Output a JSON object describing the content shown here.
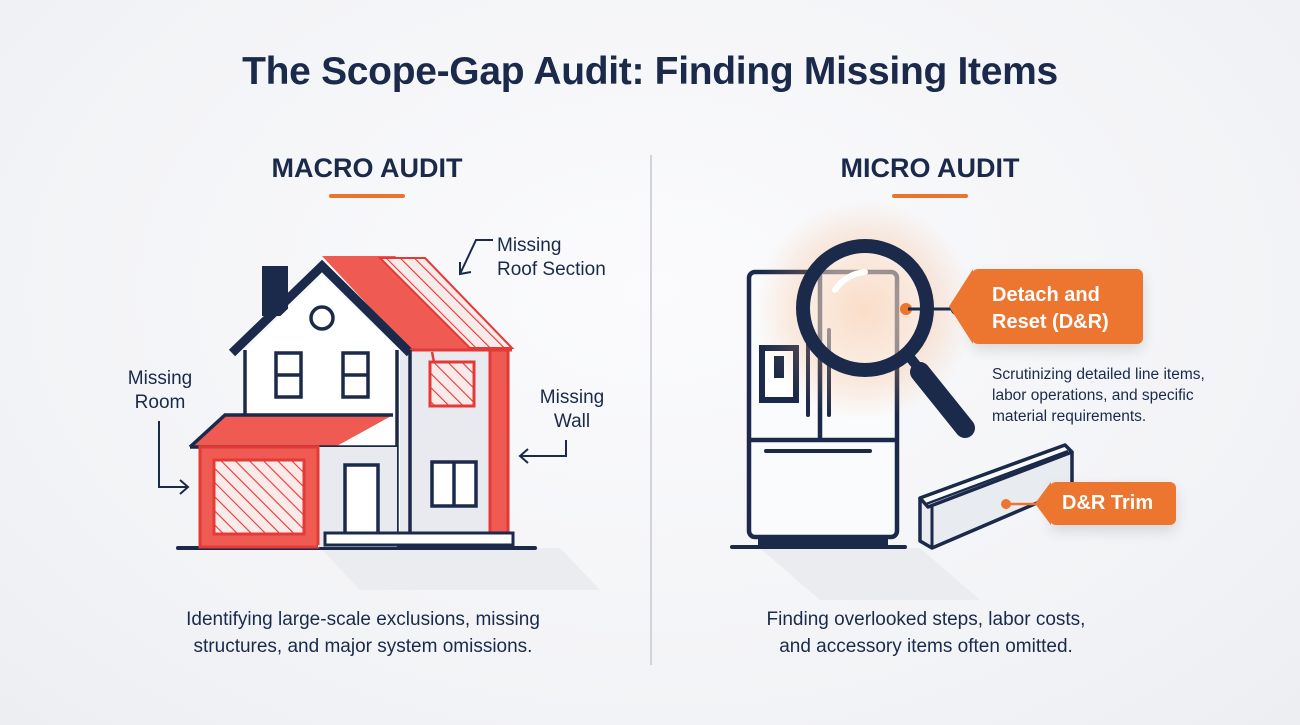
{
  "title": "The Scope-Gap Audit: Finding Missing Items",
  "colors": {
    "navy": "#1b2a4a",
    "red": "#e53935",
    "red_fill": "#ef5a52",
    "orange": "#ec7530",
    "background": "#f3f4f7"
  },
  "macro": {
    "heading": "MACRO AUDIT",
    "callouts": {
      "roof": [
        "Missing",
        "Roof Section"
      ],
      "room": [
        "Missing",
        "Room"
      ],
      "wall": [
        "Missing",
        "Wall"
      ]
    },
    "description": [
      "Identifying large-scale exclusions, missing",
      "structures, and major system omissions."
    ]
  },
  "micro": {
    "heading": "MICRO AUDIT",
    "tags": {
      "detach_reset": [
        "Detach and",
        "Reset (D&R)"
      ],
      "trim": "D&R Trim"
    },
    "detail_text": [
      "Scrutinizing detailed line items,",
      "labor operations, and specific",
      "material requirements."
    ],
    "description": [
      "Finding overlooked steps, labor costs,",
      "and accessory items often omitted."
    ]
  },
  "icons": [
    "house-icon",
    "refrigerator-icon",
    "magnifying-glass-icon",
    "trim-board-icon",
    "arrow-icon"
  ]
}
